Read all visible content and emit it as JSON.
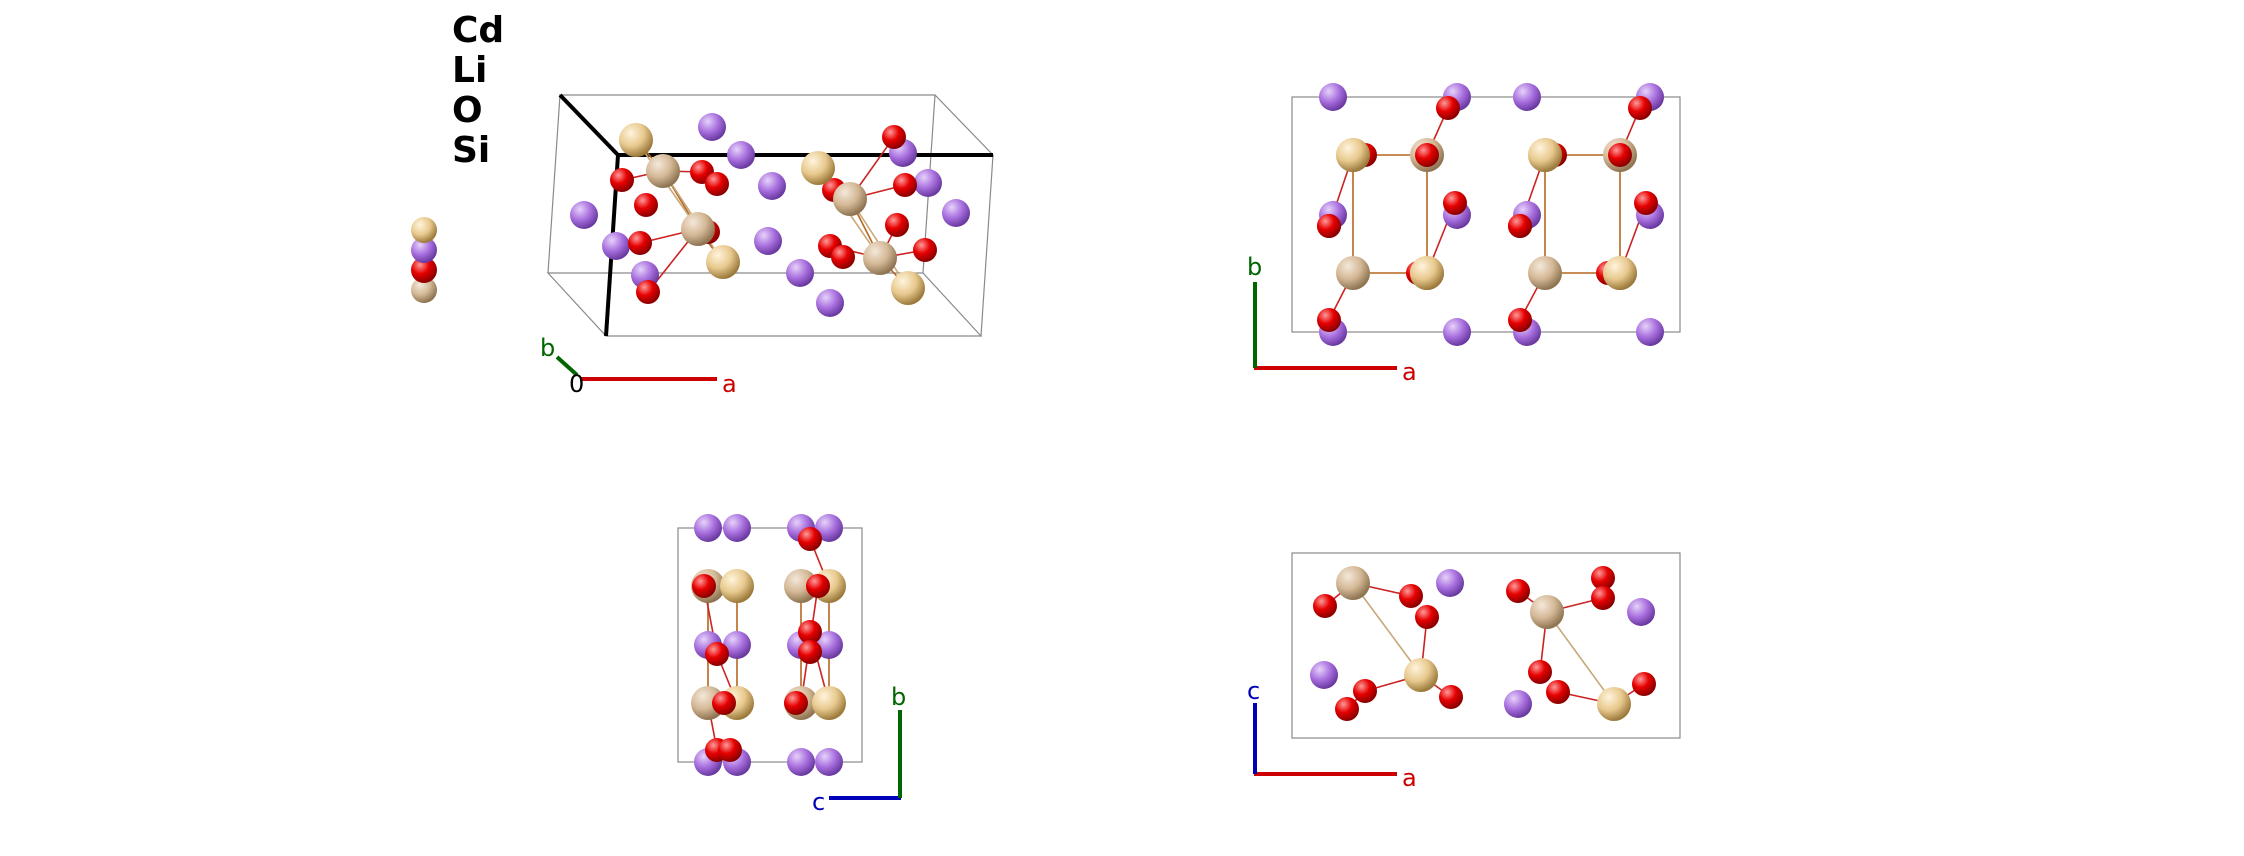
{
  "legend": {
    "elements": [
      {
        "symbol": "Cd",
        "color": "#e8c98e"
      },
      {
        "symbol": "Li",
        "color": "#a86fde"
      },
      {
        "symbol": "O",
        "color": "#e60000"
      },
      {
        "symbol": "Si",
        "color": "#d4b896"
      }
    ]
  },
  "views": {
    "perspective": {
      "origin_label": "0",
      "axes": [
        "a",
        "b"
      ]
    },
    "ab": {
      "axes": [
        "a",
        "b"
      ]
    },
    "cb": {
      "axes": [
        "c",
        "b"
      ]
    },
    "ac": {
      "axes": [
        "a",
        "c"
      ]
    }
  },
  "axis_colors": {
    "a": "#cc0000",
    "b": "#006600",
    "c": "#0000bb"
  },
  "atom_colors": {
    "Cd": "#e8c98e",
    "Li": "#a86fde",
    "O": "#e60000",
    "Si": "#d4b896"
  }
}
